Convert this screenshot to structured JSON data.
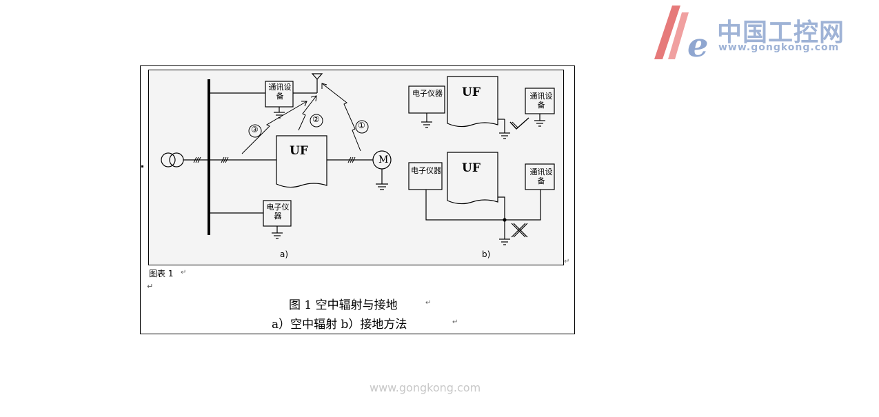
{
  "logo": {
    "cn_text": "中国工控网",
    "url": "www.gongkong.com"
  },
  "diagram_a": {
    "comm_device": "通讯设备",
    "electronic_instrument": "电子仪器",
    "uf": "UF",
    "motor": "M",
    "markers": [
      "①",
      "②",
      "③"
    ],
    "panel_label": "a)"
  },
  "diagram_b": {
    "top": {
      "electronic_instrument": "电子仪器",
      "uf": "UF",
      "comm_device": "通讯设备"
    },
    "bottom": {
      "electronic_instrument": "电子仪器",
      "uf": "UF",
      "comm_device": "通讯设备"
    },
    "panel_label": "b)"
  },
  "figure_label": "图表 1",
  "caption": {
    "line1": "图 1  空中辐射与接地",
    "line2": "a）空中辐射   b）接地方法"
  },
  "footer": {
    "url": "www.gongkong.com"
  },
  "colors": {
    "logo": "#9fb3d6",
    "logo_red": "#e05a5a",
    "footer": "#c8c8c8"
  }
}
